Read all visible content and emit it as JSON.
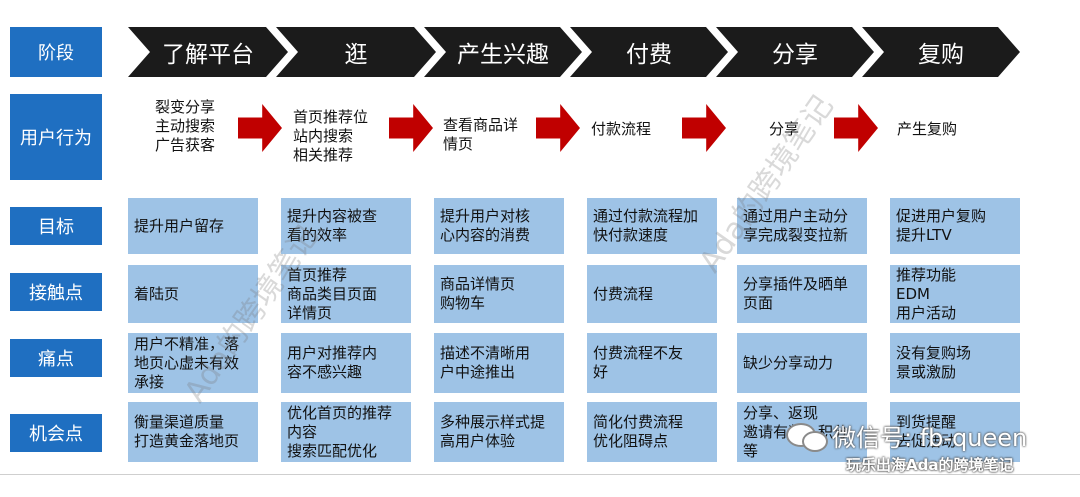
{
  "row_labels": [
    "阶段",
    "用户行为",
    "目标",
    "接触点",
    "痛点",
    "机会点"
  ],
  "stages": [
    "了解平台",
    "逛",
    "产生兴趣",
    "付费",
    "分享",
    "复购"
  ],
  "behaviors": [
    "裂变分享\n主动搜索\n广告获客",
    "首页推荐位\n站内搜索\n相关推荐",
    "查看商品详\n情页",
    "付款流程",
    "分享",
    "产生复购"
  ],
  "goals": [
    "提升用户留存",
    "提升内容被查\n看的效率",
    "提升用户对核\n心内容的消费",
    "通过付款流程加\n快付款速度",
    "通过用户主动分\n享完成裂变拉新",
    "促进用户复购\n提升LTV"
  ],
  "touchpoints": [
    "着陆页",
    "首页推荐\n商品类目页面\n详情页",
    "商品详情页\n购物车",
    "付费流程",
    "分享插件及晒单\n页面",
    "推荐功能\nEDM\n用户活动"
  ],
  "pain_points": [
    "用户不精准，落\n地页心虚未有效\n承接",
    "用户对推荐内\n容不感兴趣",
    "描述不清晰用\n户中途推出",
    "付费流程不友\n好",
    "缺少分享动力",
    "没有复购场\n景或激励"
  ],
  "opportunities": [
    "衡量渠道质量\n打造黄金落地页",
    "优化首页的推荐\n内容\n搜索匹配优化",
    "多种展示样式提\n高用户体验",
    "简化付费流程\n优化阻碍点",
    "分享、返现\n邀请有奖、积分\n等",
    "到货提醒\n去促活动"
  ],
  "watermark": "Ada的跨境笔记",
  "wechat_label": "微信号: fb-queen",
  "caption": "玩乐出海Ada的跨境笔记",
  "colors": {
    "label_blue": "#1f6fc1",
    "cell_blue": "#9ec3e6",
    "chevron": "#1b1b1b",
    "arrow_red": "#c00000"
  }
}
